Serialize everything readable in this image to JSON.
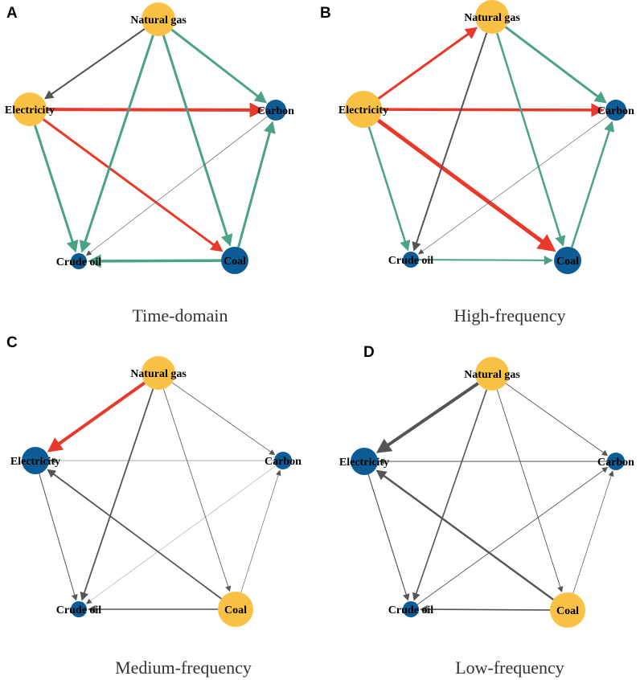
{
  "colors": {
    "source_node": "#FBC144",
    "receiver_node": "#0E5C96",
    "edge_strong": "#E8392A",
    "edge_medium": "#4BA289",
    "edge_weak": "#555555"
  },
  "nodes": [
    {
      "id": "gas",
      "label": "Natural gas"
    },
    {
      "id": "elec",
      "label": "Electricity"
    },
    {
      "id": "carbon",
      "label": "Carbon"
    },
    {
      "id": "oil",
      "label": "Crude oil"
    },
    {
      "id": "coal",
      "label": "Coal"
    }
  ],
  "panels": [
    {
      "letter": "A",
      "caption": "Time-domain",
      "node_roles": {
        "gas": "source",
        "elec": "source",
        "carbon": "receiver",
        "oil": "receiver",
        "coal": "receiver"
      },
      "edges": [
        {
          "from": "elec",
          "to": "carbon",
          "strength": "strong",
          "weight": 4
        },
        {
          "from": "elec",
          "to": "coal",
          "strength": "strong",
          "weight": 3
        },
        {
          "from": "gas",
          "to": "carbon",
          "strength": "medium",
          "weight": 3
        },
        {
          "from": "gas",
          "to": "coal",
          "strength": "medium",
          "weight": 3
        },
        {
          "from": "gas",
          "to": "oil",
          "strength": "medium",
          "weight": 3
        },
        {
          "from": "elec",
          "to": "oil",
          "strength": "medium",
          "weight": 3
        },
        {
          "from": "coal",
          "to": "oil",
          "strength": "medium",
          "weight": 3.5
        },
        {
          "from": "coal",
          "to": "carbon",
          "strength": "medium",
          "weight": 3
        },
        {
          "from": "gas",
          "to": "elec",
          "strength": "weak",
          "weight": 2
        },
        {
          "from": "carbon",
          "to": "oil",
          "strength": "weak",
          "weight": 0.6
        }
      ]
    },
    {
      "letter": "B",
      "caption": "High-frequency",
      "node_roles": {
        "gas": "source",
        "elec": "source",
        "carbon": "receiver",
        "oil": "receiver",
        "coal": "receiver"
      },
      "edges": [
        {
          "from": "elec",
          "to": "gas",
          "strength": "strong",
          "weight": 3
        },
        {
          "from": "elec",
          "to": "carbon",
          "strength": "strong",
          "weight": 3.5
        },
        {
          "from": "elec",
          "to": "coal",
          "strength": "strong",
          "weight": 5
        },
        {
          "from": "gas",
          "to": "carbon",
          "strength": "medium",
          "weight": 3
        },
        {
          "from": "gas",
          "to": "coal",
          "strength": "medium",
          "weight": 2.5
        },
        {
          "from": "elec",
          "to": "oil",
          "strength": "medium",
          "weight": 2.5
        },
        {
          "from": "coal",
          "to": "carbon",
          "strength": "medium",
          "weight": 2.5
        },
        {
          "from": "oil",
          "to": "coal",
          "strength": "medium",
          "weight": 2
        },
        {
          "from": "gas",
          "to": "oil",
          "strength": "weak",
          "weight": 2
        },
        {
          "from": "carbon",
          "to": "oil",
          "strength": "weak",
          "weight": 0.6
        }
      ]
    },
    {
      "letter": "C",
      "caption": "Medium-frequency",
      "node_roles": {
        "gas": "source",
        "elec": "receiver",
        "carbon": "receiver",
        "oil": "receiver",
        "coal": "source"
      },
      "edges": [
        {
          "from": "gas",
          "to": "elec",
          "strength": "strong",
          "weight": 4
        },
        {
          "from": "gas",
          "to": "oil",
          "strength": "weak",
          "weight": 1.8
        },
        {
          "from": "coal",
          "to": "elec",
          "strength": "weak",
          "weight": 1.8
        },
        {
          "from": "coal",
          "to": "oil",
          "strength": "weak",
          "weight": 1.6
        },
        {
          "from": "elec",
          "to": "oil",
          "strength": "weak",
          "weight": 1
        },
        {
          "from": "gas",
          "to": "carbon",
          "strength": "weak",
          "weight": 0.8
        },
        {
          "from": "gas",
          "to": "coal",
          "strength": "weak",
          "weight": 0.8
        },
        {
          "from": "carbon",
          "to": "elec",
          "strength": "weak",
          "weight": 0.6
        },
        {
          "from": "carbon",
          "to": "oil",
          "strength": "weak",
          "weight": 0.4
        },
        {
          "from": "coal",
          "to": "carbon",
          "strength": "weak",
          "weight": 0.6
        }
      ]
    },
    {
      "letter": "D",
      "caption": "Low-frequency",
      "node_roles": {
        "gas": "source",
        "elec": "receiver",
        "carbon": "receiver",
        "oil": "receiver",
        "coal": "source"
      },
      "edges": [
        {
          "from": "gas",
          "to": "elec",
          "strength": "weak",
          "weight": 4
        },
        {
          "from": "coal",
          "to": "elec",
          "strength": "weak",
          "weight": 2.4
        },
        {
          "from": "gas",
          "to": "oil",
          "strength": "weak",
          "weight": 1.6
        },
        {
          "from": "coal",
          "to": "oil",
          "strength": "weak",
          "weight": 1.6
        },
        {
          "from": "elec",
          "to": "oil",
          "strength": "weak",
          "weight": 1.2
        },
        {
          "from": "gas",
          "to": "carbon",
          "strength": "weak",
          "weight": 0.9
        },
        {
          "from": "gas",
          "to": "coal",
          "strength": "weak",
          "weight": 0.9
        },
        {
          "from": "carbon",
          "to": "elec",
          "strength": "weak",
          "weight": 0.9
        },
        {
          "from": "oil",
          "to": "carbon",
          "strength": "weak",
          "weight": 0.9
        },
        {
          "from": "coal",
          "to": "carbon",
          "strength": "weak",
          "weight": 0.7
        }
      ]
    }
  ]
}
